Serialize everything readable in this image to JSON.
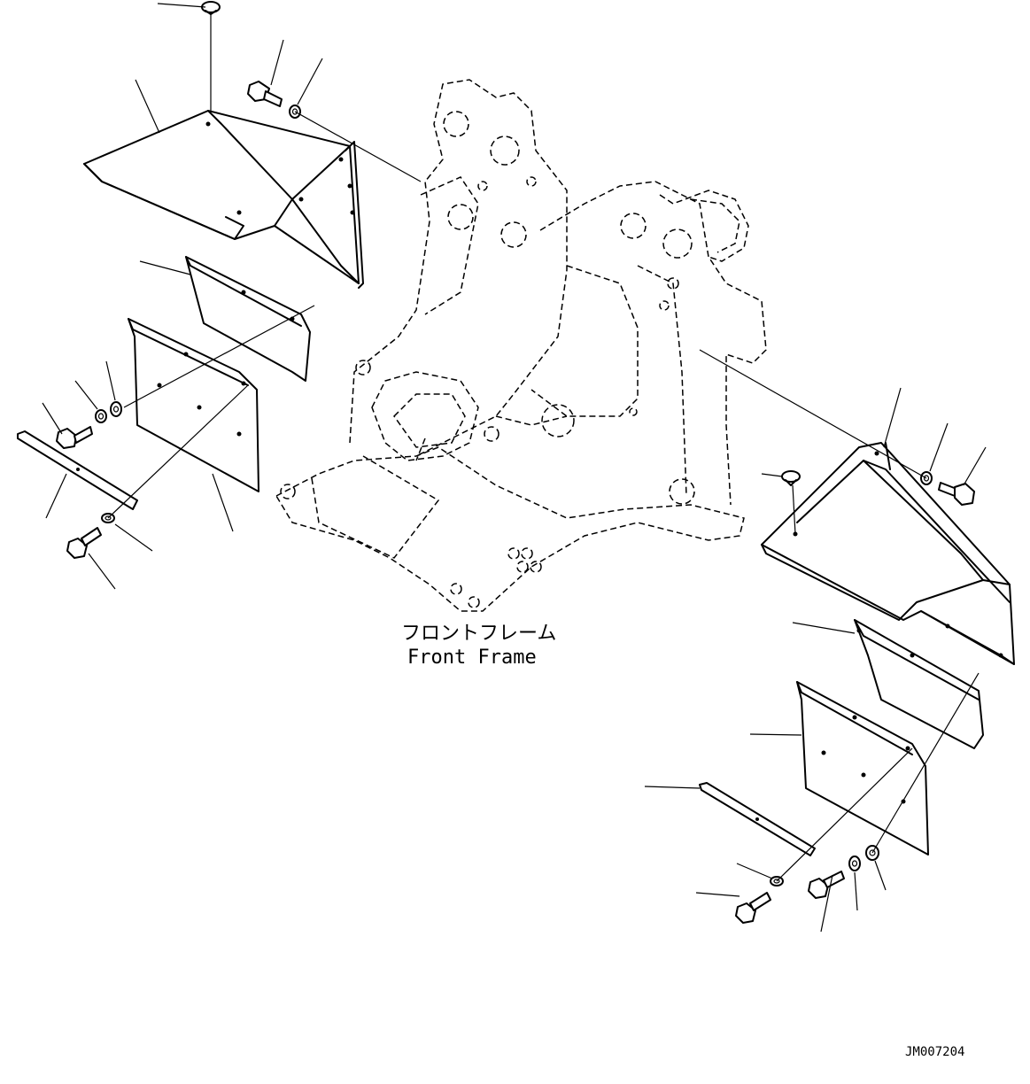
{
  "labels": {
    "frame_jp": "フロントフレーム",
    "frame_en": "Front Frame",
    "drawing_code": "JM007204"
  },
  "colors": {
    "ink": "#000000",
    "paper": "#ffffff"
  }
}
